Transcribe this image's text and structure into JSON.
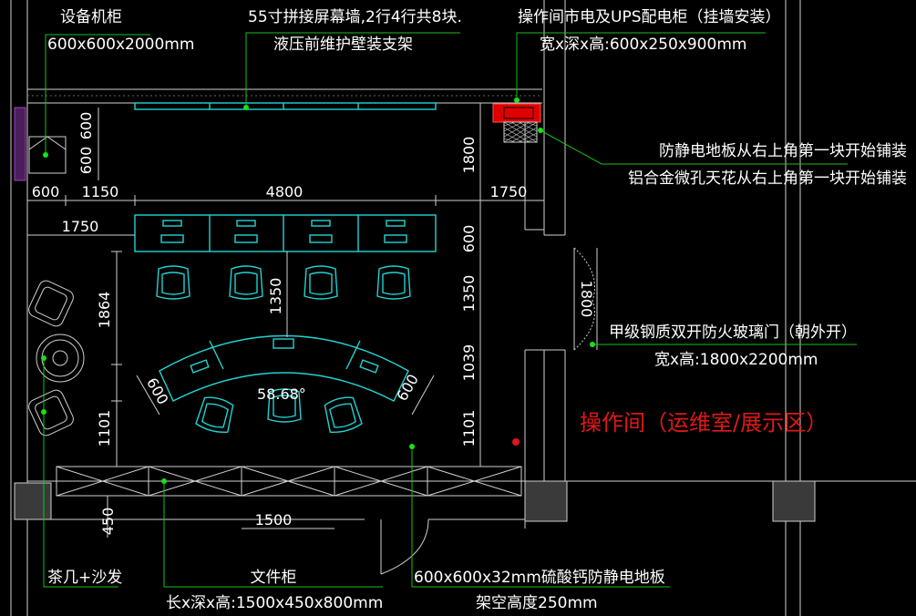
{
  "labels": {
    "cabinet_title": "设备机柜",
    "cabinet_size": "600x600x2000mm",
    "screen_line1": "55寸拼接屏幕墙,2行4行共8块.",
    "screen_line2": "液压前维护壁装支架",
    "power_line1": "操作间市电及UPS配电柜（挂墙安装）",
    "power_line2": "宽x深x高:600x250x900mm",
    "floor_note1": "防静电地板从右上角第一块开始铺装",
    "floor_note2": "铝合金微孔天花从右上角第一块开始铺装",
    "door_line1": "甲级钢质双开防火玻璃门（朝外开）",
    "door_line2": "宽x高:1800x2200mm",
    "room_title": "操作间（运维室/展示区）",
    "sofa": "茶几+沙发",
    "file_title": "文件柜",
    "file_size": "长x深x高:1500x450x800mm",
    "floor_line1": "600x600x32mm硫酸钙防静电地板",
    "floor_line2": "架空高度250mm",
    "angle": "58.68°"
  },
  "dims": {
    "d600": "600",
    "d1150": "1150",
    "d4800": "4800",
    "d1750r": "1750",
    "d1750l": "1750",
    "v600a": "600",
    "v600b": "600",
    "v1800": "1800",
    "v600c": "600",
    "v1350a": "1350",
    "v1350b": "1350",
    "v1864": "1864",
    "v1039": "1039",
    "v1101a": "1101",
    "v1101b": "1101",
    "v450": "450",
    "h1500": "1500",
    "door1800": "1800",
    "desk600l": "600",
    "desk600r": "600"
  },
  "colors": {
    "furniture": "#22d3d3",
    "leader": "#19c019",
    "wall": "#cfcfcf",
    "room_title": "#e01818",
    "ups": "#e00000"
  }
}
